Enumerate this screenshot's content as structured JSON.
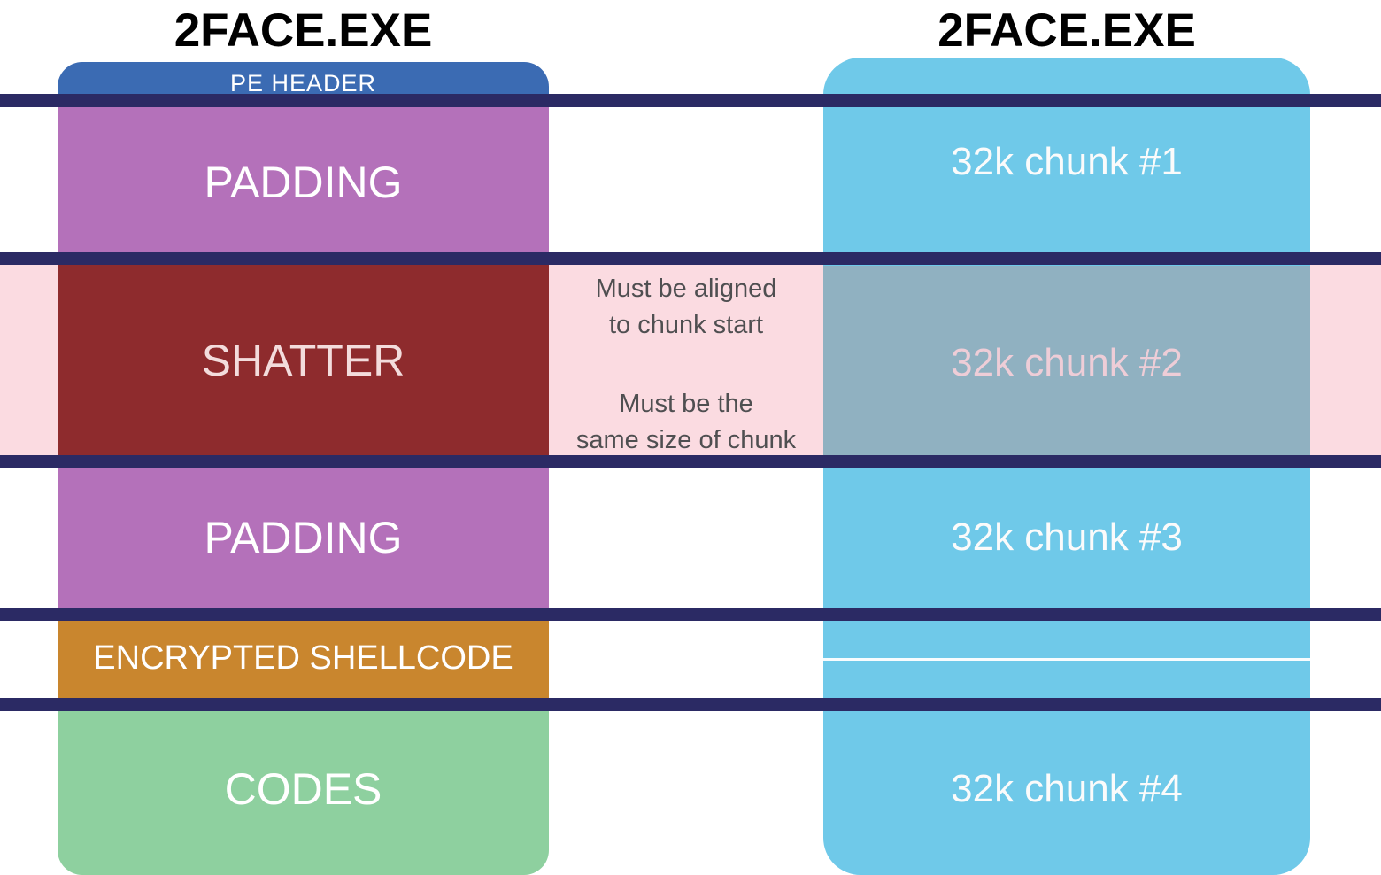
{
  "left": {
    "title": "2FACE.EXE",
    "sections": [
      {
        "id": "pe-header",
        "label": "PE HEADER",
        "color": "#3b6bb3"
      },
      {
        "id": "padding-1",
        "label": "PADDING",
        "color": "#b471ba"
      },
      {
        "id": "shatter",
        "label": "SHATTER",
        "color": "#8e2b2d"
      },
      {
        "id": "padding-2",
        "label": "PADDING",
        "color": "#b471ba"
      },
      {
        "id": "encrypted-shellcode",
        "label": "ENCRYPTED SHELLCODE",
        "color": "#c9862e"
      },
      {
        "id": "codes",
        "label": "CODES",
        "color": "#8ed09f"
      }
    ]
  },
  "right": {
    "title": "2FACE.EXE",
    "chunks": [
      {
        "label": "32k chunk #1"
      },
      {
        "label": "32k chunk #2"
      },
      {
        "label": "32k chunk #3"
      },
      {
        "label": "32k chunk #4"
      }
    ],
    "color": "#6fc9e9",
    "highlighted_chunk_color": "#90b1c1"
  },
  "annotations": {
    "alignment": "Must be aligned\nto chunk start",
    "size": "Must be the\nsame size of chunk"
  },
  "colors": {
    "boundary_bar": "#2b2a64",
    "alignment_band": "#fbdbe1",
    "background": "#ffffff"
  }
}
